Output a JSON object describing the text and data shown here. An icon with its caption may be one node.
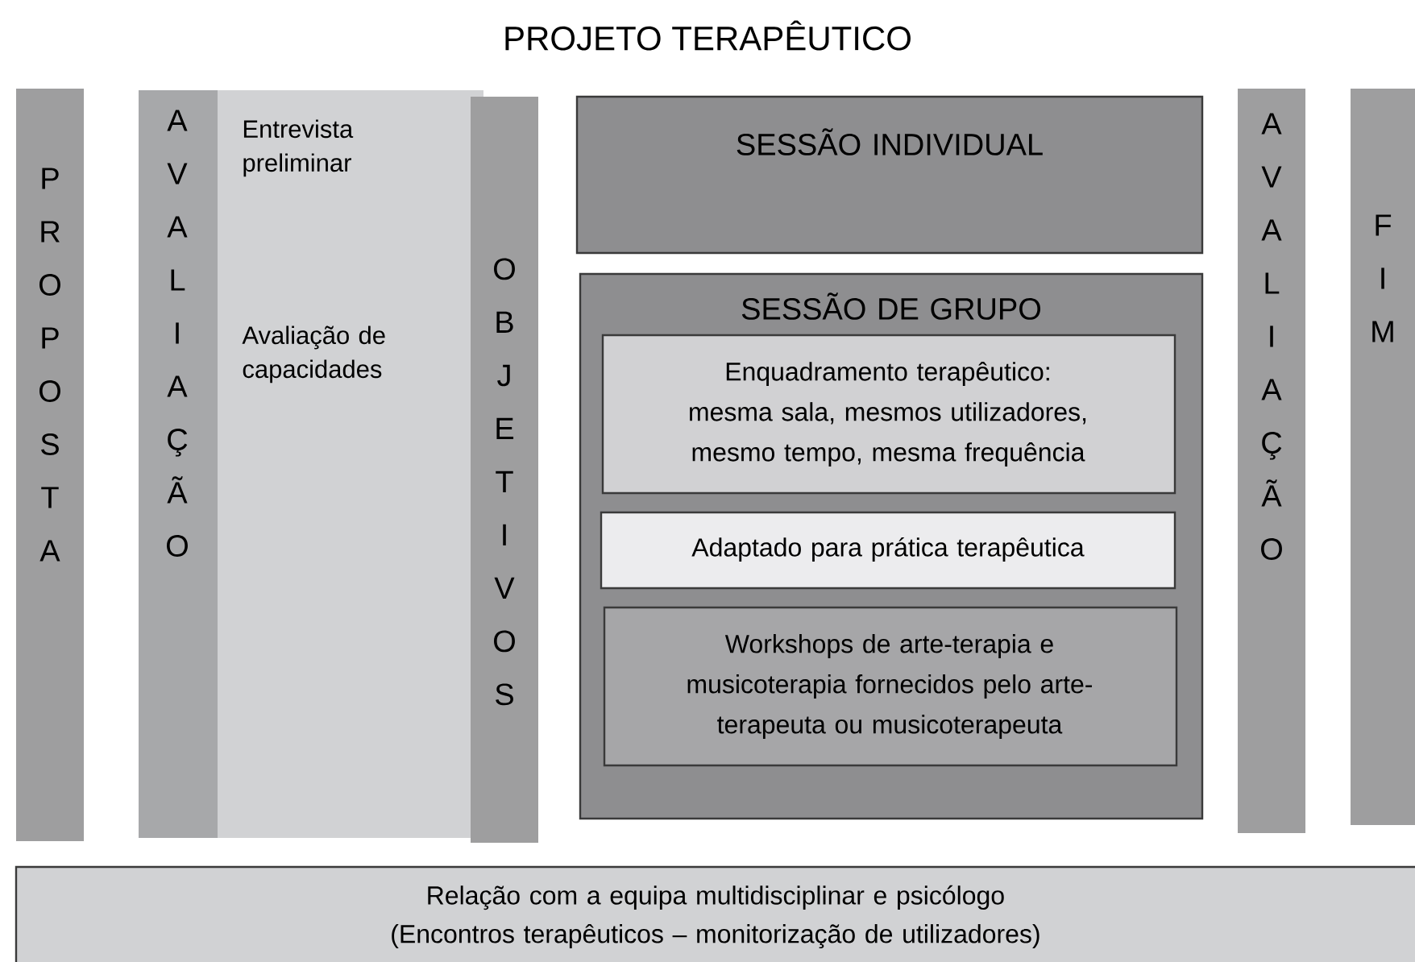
{
  "diagram": {
    "title": "PROJETO TERAPÊUTICO",
    "nodes": [
      {
        "text": [
          "PROPOSTA"
        ]
      },
      {
        "text": [
          "AVALIAÇÃO",
          "Entrevista preliminar",
          "Avaliação de capacidades"
        ]
      },
      {
        "text": [
          "OBJETIVOS"
        ]
      },
      {
        "text": [
          "SESSÃO INDIVIDUAL"
        ]
      },
      {
        "text": [
          "SESSÃO DE GRUPO"
        ]
      },
      {
        "text": [
          "Enquadramento terapêutico: mesma sala, mesmos utilizadores, mesmo tempo, mesma frequência"
        ],
        "in": 4
      },
      {
        "text": [
          "Adaptado para prática terapêutica"
        ],
        "in": 4
      },
      {
        "text": [
          "Workshops de arte-terapia e musicoterapia fornecidos pelo arte-terapeuta ou musicoterapeuta"
        ],
        "in": 4
      },
      {
        "text": [
          "AVALIAÇÃO"
        ]
      },
      {
        "text": [
          "FIM"
        ]
      },
      {
        "text": [
          "Relação com a equipa multidisciplinar e psicólogo",
          "(Encontros terapêuticos – monitorização de utilizadores)"
        ]
      }
    ]
  }
}
